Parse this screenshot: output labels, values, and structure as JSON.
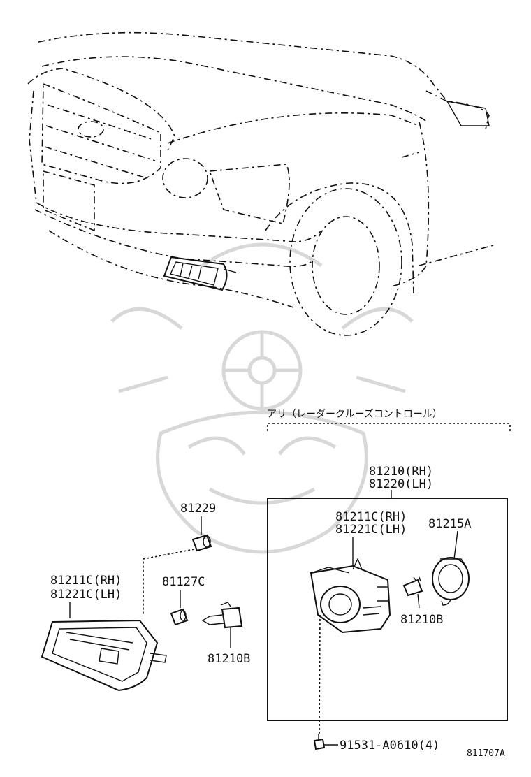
{
  "note_jp": "アリ（レーダークルーズコントロール）",
  "parts": {
    "lamp_assy_rh": "81210(RH)",
    "lamp_assy_lh": "81220(LH)",
    "lens_rh_right": "81211C(RH)",
    "lens_lh_right": "81221C(LH)",
    "cover_right": "81215A",
    "bulb_right": "81210B",
    "socket_top": "81229",
    "lens_rh_left": "81211C(RH)",
    "lens_lh_left": "81221C(LH)",
    "socket_left": "81127C",
    "bulb_left": "81210B",
    "screw": "91531-A0610(4)"
  },
  "figure_code": "811707A"
}
